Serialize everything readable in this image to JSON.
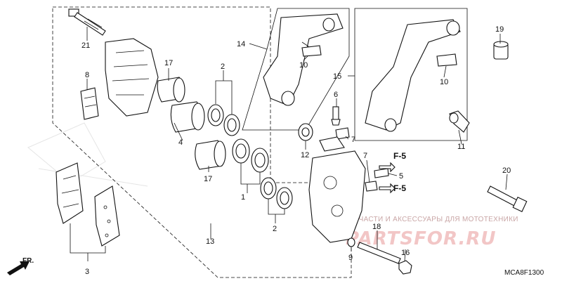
{
  "callouts": [
    {
      "n": "1"
    },
    {
      "n": "2"
    },
    {
      "n": "2"
    },
    {
      "n": "3"
    },
    {
      "n": "4"
    },
    {
      "n": "5"
    },
    {
      "n": "6"
    },
    {
      "n": "7"
    },
    {
      "n": "7"
    },
    {
      "n": "8"
    },
    {
      "n": "9"
    },
    {
      "n": "10"
    },
    {
      "n": "10"
    },
    {
      "n": "11"
    },
    {
      "n": "12"
    },
    {
      "n": "13"
    },
    {
      "n": "14"
    },
    {
      "n": "15"
    },
    {
      "n": "16"
    },
    {
      "n": "17"
    },
    {
      "n": "17"
    },
    {
      "n": "18"
    },
    {
      "n": "19"
    },
    {
      "n": "20"
    },
    {
      "n": "21"
    }
  ],
  "refs": [
    "F-5",
    "F-5"
  ],
  "direction_label": "FR.",
  "diagram_code": "MCA8F1300",
  "watermark": {
    "tagline": "ЗАПЧАСТИ И АКСЕССУАРЫ ДЛЯ МОТОТЕХНИКИ",
    "logo": "PARTSFOR.RU"
  },
  "colors": {
    "line": "#111111",
    "watermark_text": "#c9a6a6",
    "watermark_logo": "#f2c6c6"
  }
}
